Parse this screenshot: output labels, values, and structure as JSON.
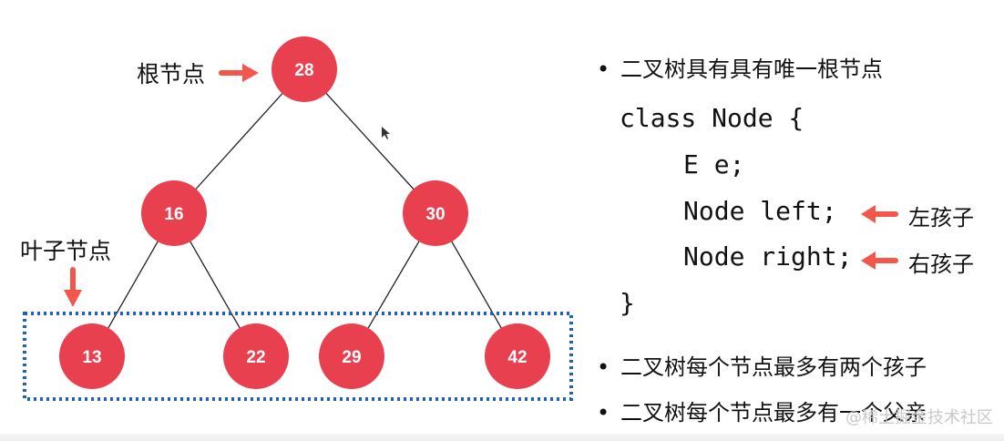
{
  "tree": {
    "nodes": [
      {
        "id": "n28",
        "value": "28"
      },
      {
        "id": "n16",
        "value": "16"
      },
      {
        "id": "n30",
        "value": "30"
      },
      {
        "id": "n13",
        "value": "13"
      },
      {
        "id": "n22",
        "value": "22"
      },
      {
        "id": "n29",
        "value": "29"
      },
      {
        "id": "n42",
        "value": "42"
      }
    ],
    "edges": [
      [
        "n28",
        "n16"
      ],
      [
        "n28",
        "n30"
      ],
      [
        "n16",
        "n13"
      ],
      [
        "n16",
        "n22"
      ],
      [
        "n30",
        "n29"
      ],
      [
        "n30",
        "n42"
      ]
    ],
    "root_label": "根节点",
    "leaf_label": "叶子节点"
  },
  "panel": {
    "bullet1": "二叉树具有具有唯一根节点",
    "code": {
      "line1": "class Node {",
      "line2": "E e;",
      "line3": "Node left;",
      "line4": "Node right;",
      "line5": "}"
    },
    "left_annot": "左孩子",
    "right_annot": "右孩子",
    "bullet2": "二叉树每个节点最多有两个孩子",
    "bullet3": "二叉树每个节点最多有一个父亲",
    "bullet_symbol": "•"
  },
  "watermark": "@稀土掘金技术社区",
  "colors": {
    "node_fill": "#e8404f",
    "arrow": "#f2574c",
    "leaf_box": "#1f63b8",
    "edge": "#222222"
  }
}
